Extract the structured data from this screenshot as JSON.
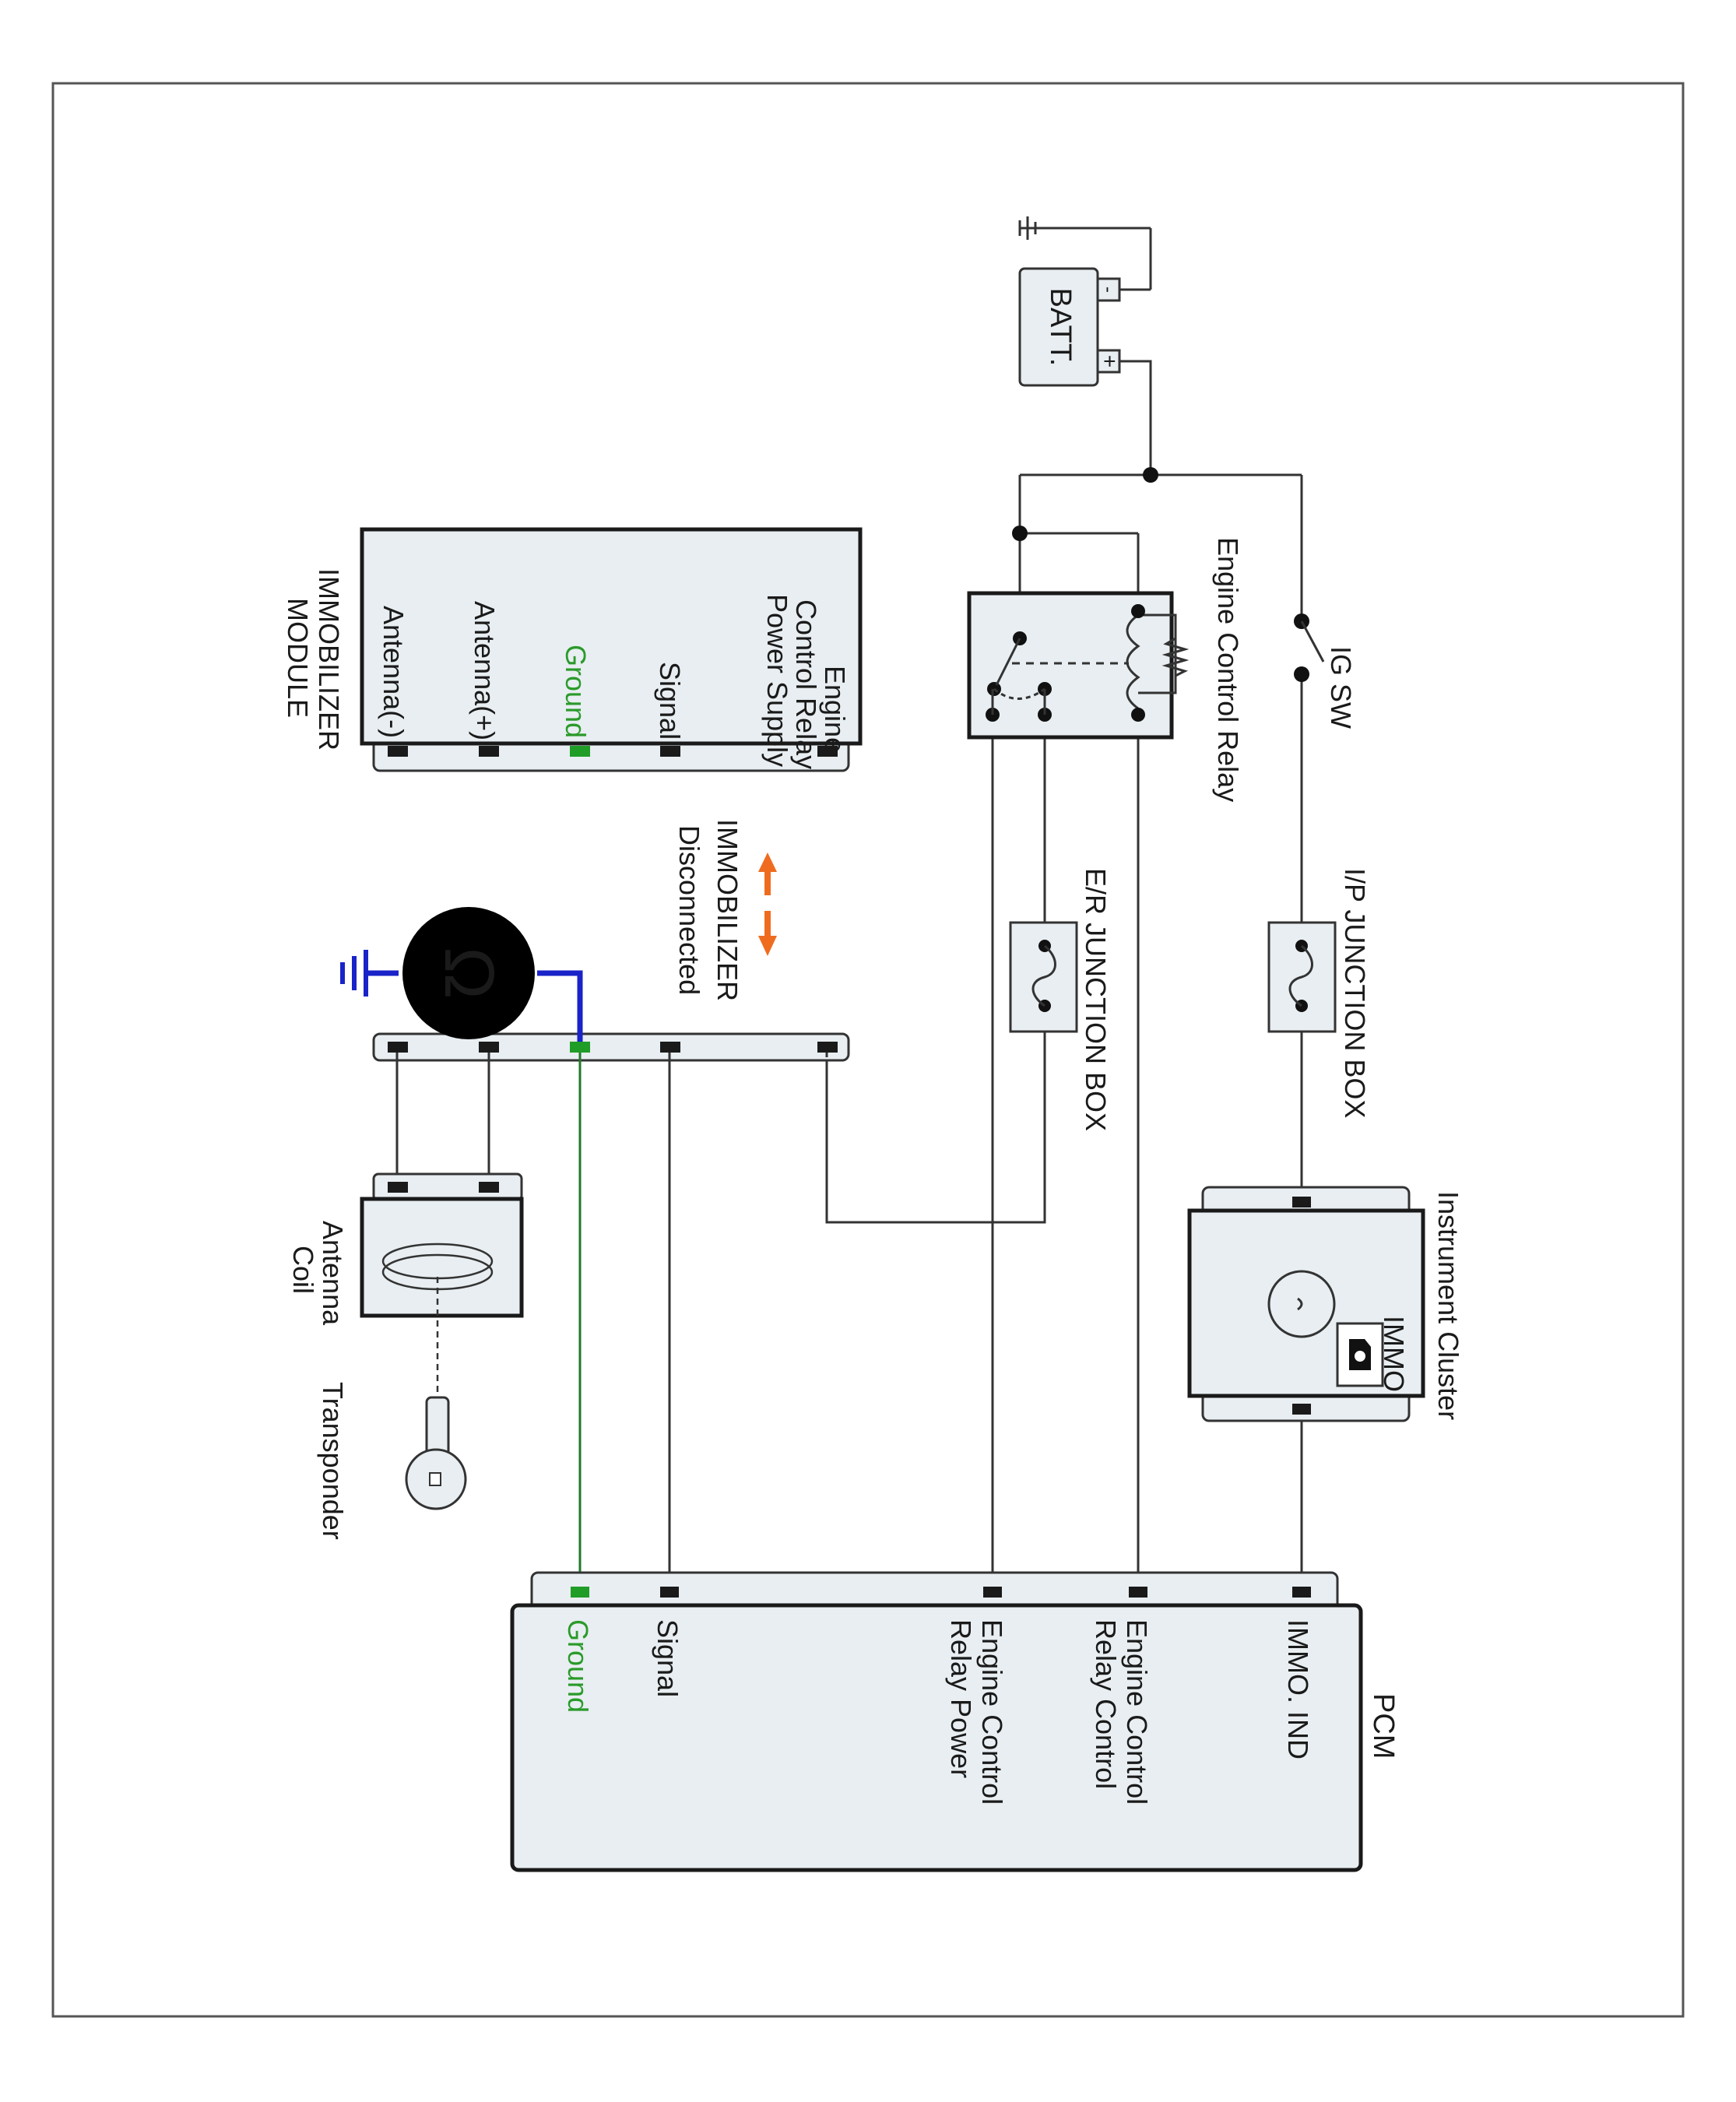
{
  "colors": {
    "ground_green": "#2a9a2a",
    "ground_wire_blue": "#1a23c8",
    "disconnect_arrow_orange": "#ef6c1f",
    "box_fill": "#e8eef1"
  },
  "battery": {
    "label": "BATT.",
    "neg": "-",
    "pos": "+"
  },
  "ig_switch": {
    "label": "IG SW"
  },
  "relay": {
    "label": "Engine Control Relay"
  },
  "ip_junction": {
    "label": "I/P JUNCTION BOX"
  },
  "er_junction": {
    "label": "E/R JUNCTION BOX"
  },
  "cluster": {
    "label": "Instrument Cluster",
    "immo": "IMMO."
  },
  "module": {
    "title_line1": "IMMOBILIZER",
    "title_line2": "MODULE",
    "pins": {
      "power_line1": "Engine",
      "power_line2": "Control Relay",
      "power_line3": "Power Supply",
      "signal": "Signal",
      "ground": "Ground",
      "ant_plus": "Antenna(+)",
      "ant_minus": "Antenna(-)"
    }
  },
  "disconnect": {
    "line1": "IMMOBILIZER",
    "line2": "Disconnected"
  },
  "antenna": {
    "line1": "Antenna",
    "line2": "Coil"
  },
  "transponder": {
    "label": "Transponder"
  },
  "pcm": {
    "label": "PCM",
    "pins": {
      "immo_ind": "IMMO. IND",
      "erc_line1": "Engine Control",
      "erc_line2": "Relay Control",
      "erp_line1": "Engine Control",
      "erp_line2": "Relay Power",
      "signal": "Signal",
      "ground": "Ground"
    }
  }
}
